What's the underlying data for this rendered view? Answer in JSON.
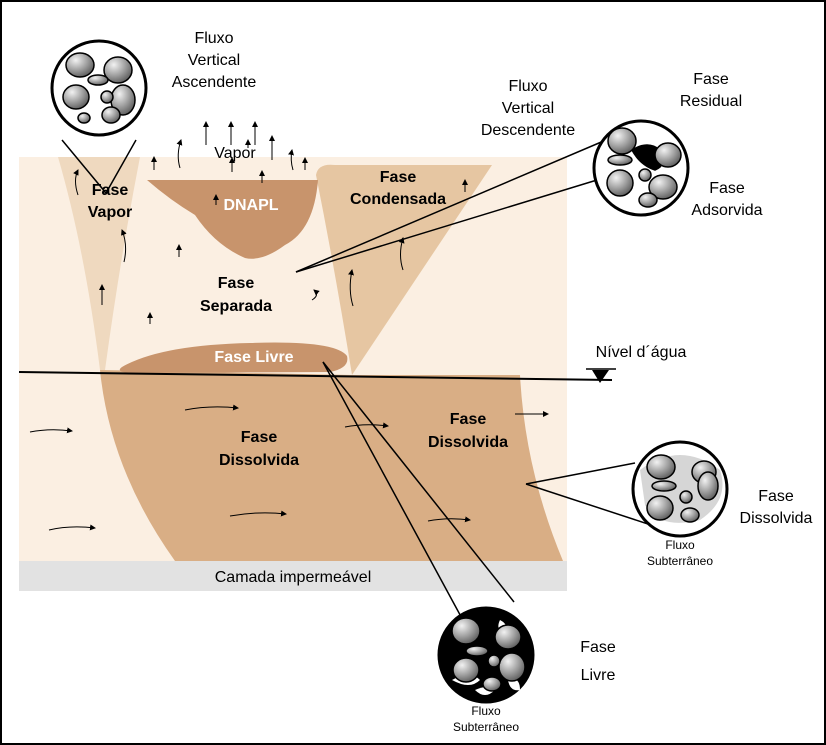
{
  "colors": {
    "background": "#ffffff",
    "soil_light": "#fbefe2",
    "plume_light": "#efd9bf",
    "plume_medium": "#e6c6a2",
    "dissolved": "#d9ae85",
    "dnapl": "#c8946c",
    "impermeable": "#e2e2e2",
    "grain": "#8a8a8a",
    "outline": "#000000"
  },
  "labels": {
    "fluxo_vertical_ascendente": [
      "Fluxo",
      "Vertical",
      "Ascendente"
    ],
    "fluxo_vertical_descendente": [
      "Fluxo",
      "Vertical",
      "Descendente"
    ],
    "vapor": "Vapor",
    "dnapl": "DNAPL",
    "fase_vapor": [
      "Fase",
      "Vapor"
    ],
    "fase_condensada": [
      "Fase",
      "Condensada"
    ],
    "fase_separada": [
      "Fase",
      "Separada"
    ],
    "fase_residual": [
      "Fase",
      "Residual"
    ],
    "fase_adsorvida": [
      "Fase",
      "Adsorvida"
    ],
    "fase_livre_pool": "Fase Livre",
    "nivel_agua": "Nível d´água",
    "fase_dissolvida_left": [
      "Fase",
      "Dissolvida"
    ],
    "fase_dissolvida_right": [
      "Fase",
      "Dissolvida"
    ],
    "fase_dissolvida_callout": [
      "Fase",
      "Dissolvida"
    ],
    "fase_livre_callout": [
      "Fase",
      "Livre"
    ],
    "fluxo_subterraneo_right": [
      "Fluxo",
      "Subterrâneo"
    ],
    "fluxo_subterraneo_bottom": [
      "Fluxo",
      "Subterrâneo"
    ],
    "camada": "Camada impermeável"
  }
}
